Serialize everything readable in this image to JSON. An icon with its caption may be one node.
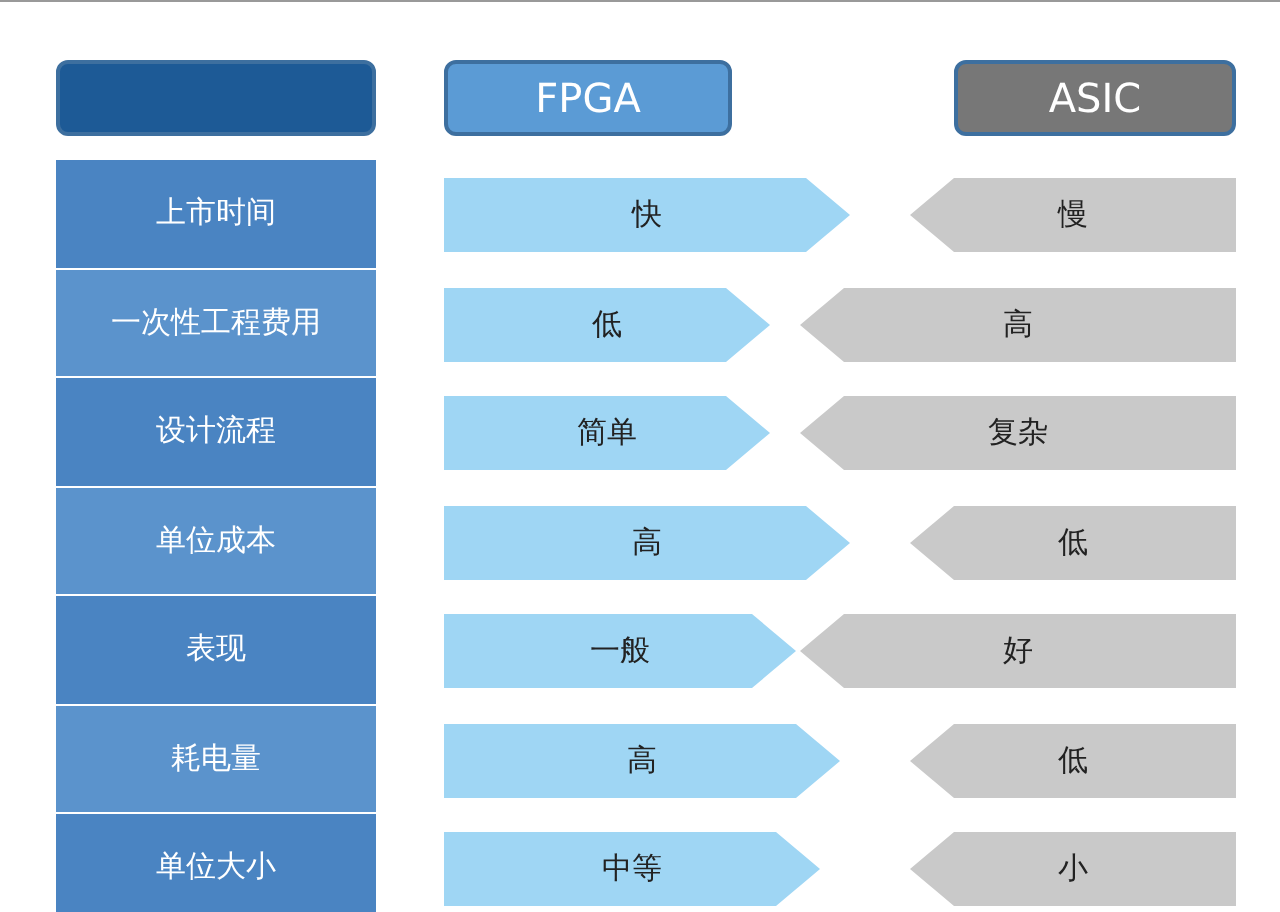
{
  "diagram": {
    "nodes": [
      {
        "text": [],
        "shape": "box"
      },
      {
        "text": [
          "FPGA"
        ]
      },
      {
        "text": [
          "ASIC"
        ]
      },
      {
        "text": [
          "上市时间"
        ]
      },
      {
        "text": [
          "快"
        ]
      },
      {
        "text": [
          "慢"
        ]
      },
      {
        "text": [
          "一次性工程费用"
        ]
      },
      {
        "text": [
          "低"
        ]
      },
      {
        "text": [
          "高"
        ]
      },
      {
        "text": [
          "设计流程"
        ]
      },
      {
        "text": [
          "简单"
        ]
      },
      {
        "text": [
          "复杂"
        ]
      },
      {
        "text": [
          "单位成本"
        ]
      },
      {
        "text": [
          "高"
        ]
      },
      {
        "text": [
          "低"
        ]
      },
      {
        "text": [
          "表现"
        ]
      },
      {
        "text": [
          "一般"
        ]
      },
      {
        "text": [
          "好"
        ]
      },
      {
        "text": [
          "耗电量"
        ]
      },
      {
        "text": [
          "高"
        ]
      },
      {
        "text": [
          "低"
        ]
      },
      {
        "text": [
          "单位大小"
        ]
      },
      {
        "text": [
          "中等"
        ]
      },
      {
        "text": [
          "小"
        ]
      }
    ]
  }
}
